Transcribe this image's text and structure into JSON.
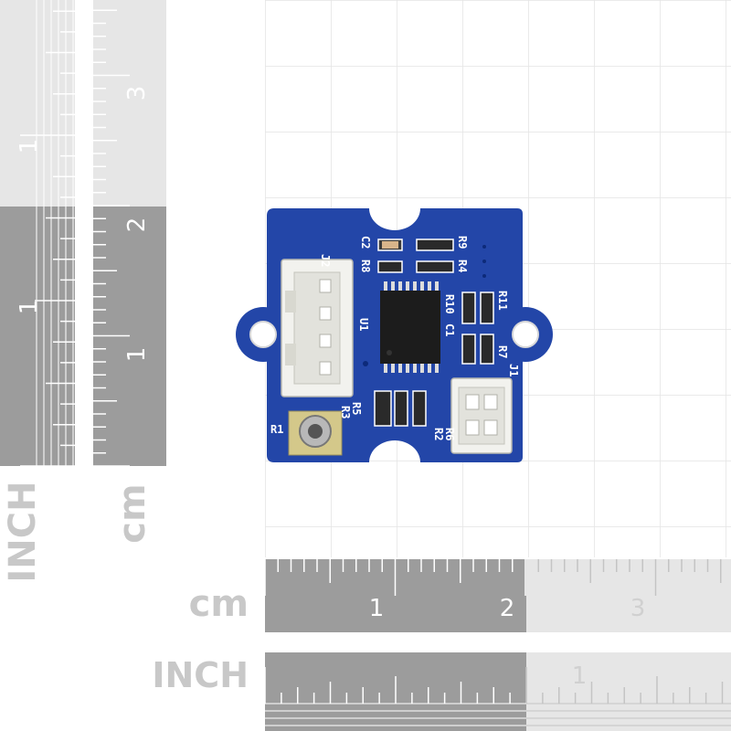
{
  "vertical_rulers": {
    "inch_label": "INCH",
    "cm_label": "cm",
    "inch_numbers": [
      "1",
      "1"
    ],
    "cm_numbers": [
      "3",
      "2",
      "1"
    ]
  },
  "horizontal_rulers": {
    "cm_label": "cm",
    "inch_label": "INCH",
    "cm_numbers": [
      "1",
      "2",
      "3"
    ],
    "inch_numbers": [
      "1"
    ]
  },
  "board": {
    "silkscreen": {
      "j2": "J2",
      "j1": "J1",
      "u1": "U1",
      "r1": "R1",
      "r2": "R2",
      "r3": "R3",
      "r4": "R4",
      "r5": "R5",
      "r6": "R6",
      "r7": "R7",
      "r8": "R8",
      "r9": "R9",
      "r10": "R10",
      "r11": "R11",
      "c1": "C1",
      "c2": "C2"
    },
    "colors": {
      "pcb": "#2346a8",
      "connector": "#f2f2ee"
    }
  }
}
